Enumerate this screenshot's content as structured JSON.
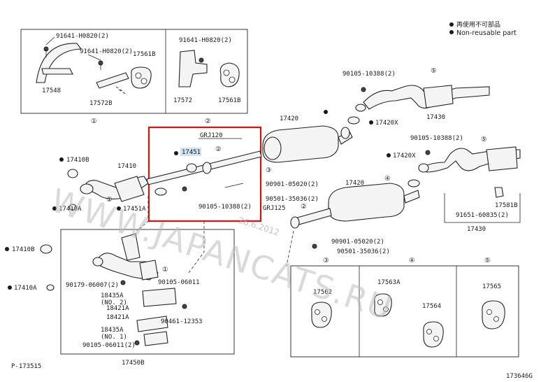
{
  "legend": {
    "line1": "再使用不可部品",
    "line2": "Non-reusable part"
  },
  "labels": {
    "p91641_a": "91641-H0820(2)",
    "p91641_b": "91641-H0820(2)",
    "p91641_c": "91641-H0820(2)",
    "p17561b_a": "17561B",
    "p17561b_b": "17561B",
    "p17548": "17548",
    "p17572b": "17572B",
    "p17572": "17572",
    "c1": "①",
    "c2": "②",
    "p90105_10388_a": "90105-10388(2)",
    "p17420_top": "17420",
    "p17420x_a": "17420X",
    "p17430_a": "17430",
    "p90105_10388_b": "90105-10388(2)",
    "p17420x_b": "17420X",
    "p91651": "91651-60835(2)",
    "p17581b": "17581B",
    "p17430_b": "17430",
    "grj120": "GRJ120",
    "p17451": "17451",
    "p90901_a": "90901-05020(2)",
    "p90501_a": "90501-35036(2)",
    "p90105_10388_c": "90105-10388(2)",
    "grj125": "GRJ125",
    "p17410b_a": "17410B",
    "p17410": "17410",
    "p17410a_a": "17410A",
    "p17451a": "17451A",
    "p17420_mid": "17420",
    "p90901_b": "90901-05020(2)",
    "p90501_b": "90501-35036(2)",
    "p17410b_b": "17410B",
    "p17410a_b": "17410A",
    "p90179": "90179-06007(2)",
    "p90105_06011_a": "90105-06011",
    "p18435a_2": "18435A",
    "no2": "(NO. 2)",
    "p18421a_a": "18421A",
    "p18421a_b": "18421A",
    "p90461": "90461-12353",
    "p18435a_1": "18435A",
    "no1": "(NO. 1)",
    "p90105_06011_b": "90105-06011(2)",
    "p17450b": "17450B",
    "p17562": "17562",
    "p17563a": "17563A",
    "p17564": "17564",
    "p17565": "17565",
    "c3": "③",
    "c4": "④",
    "c5": "⑤",
    "p_code": "P-173515",
    "fig_code": "173646G",
    "watermark": "WWW.JAPANCATS.RU",
    "watermark_date": "26.6.2012"
  },
  "colors": {
    "highlight_box": "#e01010",
    "highlight_label_bg": "#cfe3f3",
    "line": "#222222"
  }
}
